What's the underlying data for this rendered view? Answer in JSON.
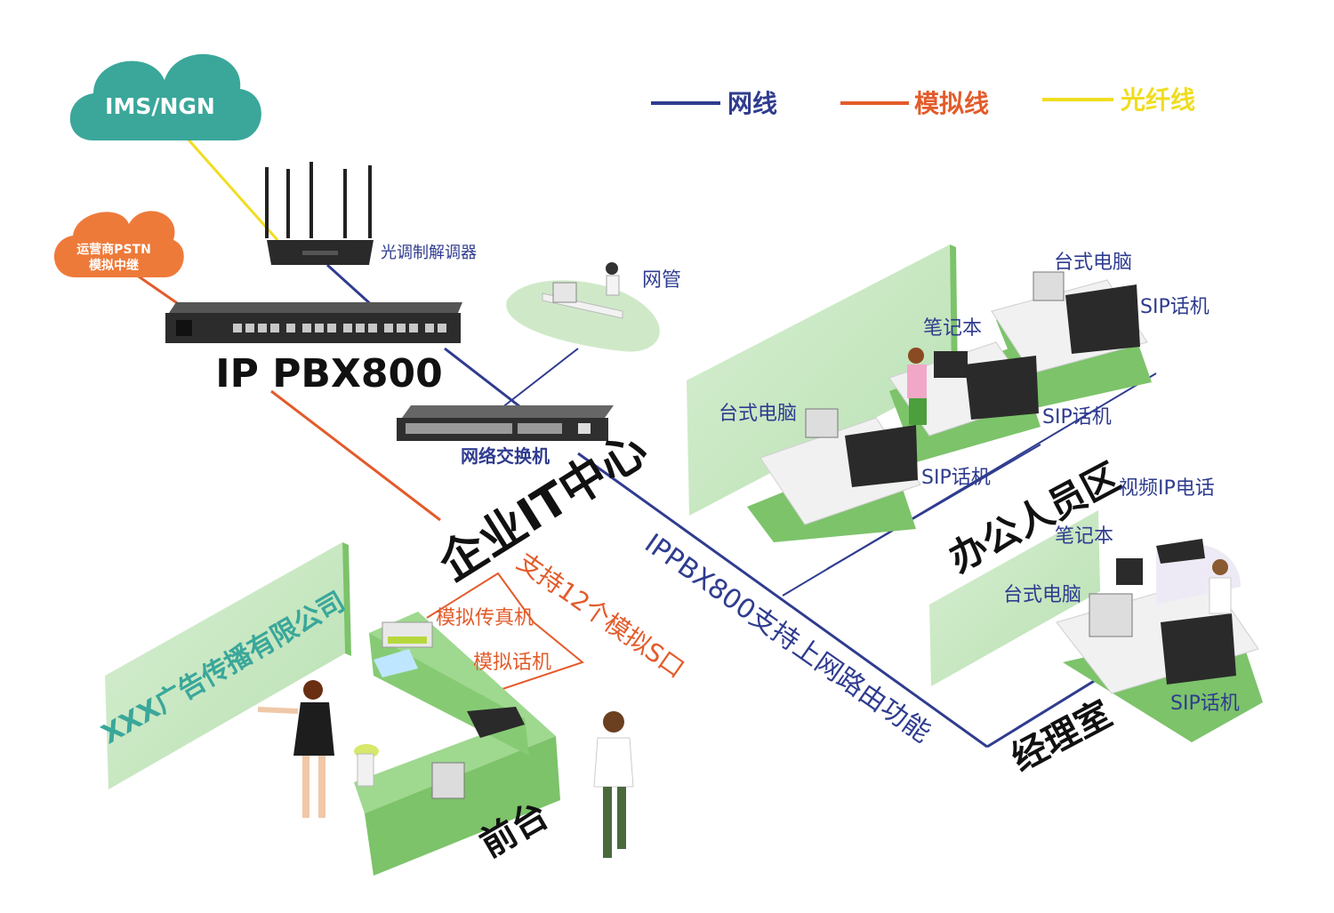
{
  "legend": {
    "network": {
      "label": "网线",
      "color": "#2f3c8f"
    },
    "analog": {
      "label": "模拟线",
      "color": "#e35b2a"
    },
    "fiber": {
      "label": "光纤线",
      "color": "#f0dd20"
    }
  },
  "clouds": {
    "ims": "IMS/NGN",
    "pstn_line1": "运营商PSTN",
    "pstn_line2": "模拟中继"
  },
  "devices": {
    "modem": "光调制解调器",
    "pbx": "IP PBX800",
    "switch": "网络交换机",
    "netadmin": "网管"
  },
  "zones": {
    "it_center": "企业IT中心",
    "office": "办公人员区",
    "manager": "经理室",
    "reception": "前台",
    "company": "XXX广告传播有限公司"
  },
  "office": {
    "desktop_a": "台式电脑",
    "sip_a": "SIP话机",
    "notebook": "笔记本",
    "desktop_b": "台式电脑",
    "sip_b": "SIP话机",
    "sip_c": "SIP话机"
  },
  "manager": {
    "video_phone": "视频IP电话",
    "notebook": "笔记本",
    "desktop": "台式电脑",
    "sip": "SIP话机"
  },
  "reception": {
    "fax": "模拟传真机",
    "analog_phone": "模拟话机",
    "analog_ports": "支持12个模拟S口"
  },
  "routing_note": "IPPBX800支持上网路由功能",
  "colors": {
    "green_panel": "#c9e8c4",
    "green_dark": "#7cc36a",
    "cloud_teal": "#3aa79a",
    "cloud_orange": "#ee7a3a"
  }
}
